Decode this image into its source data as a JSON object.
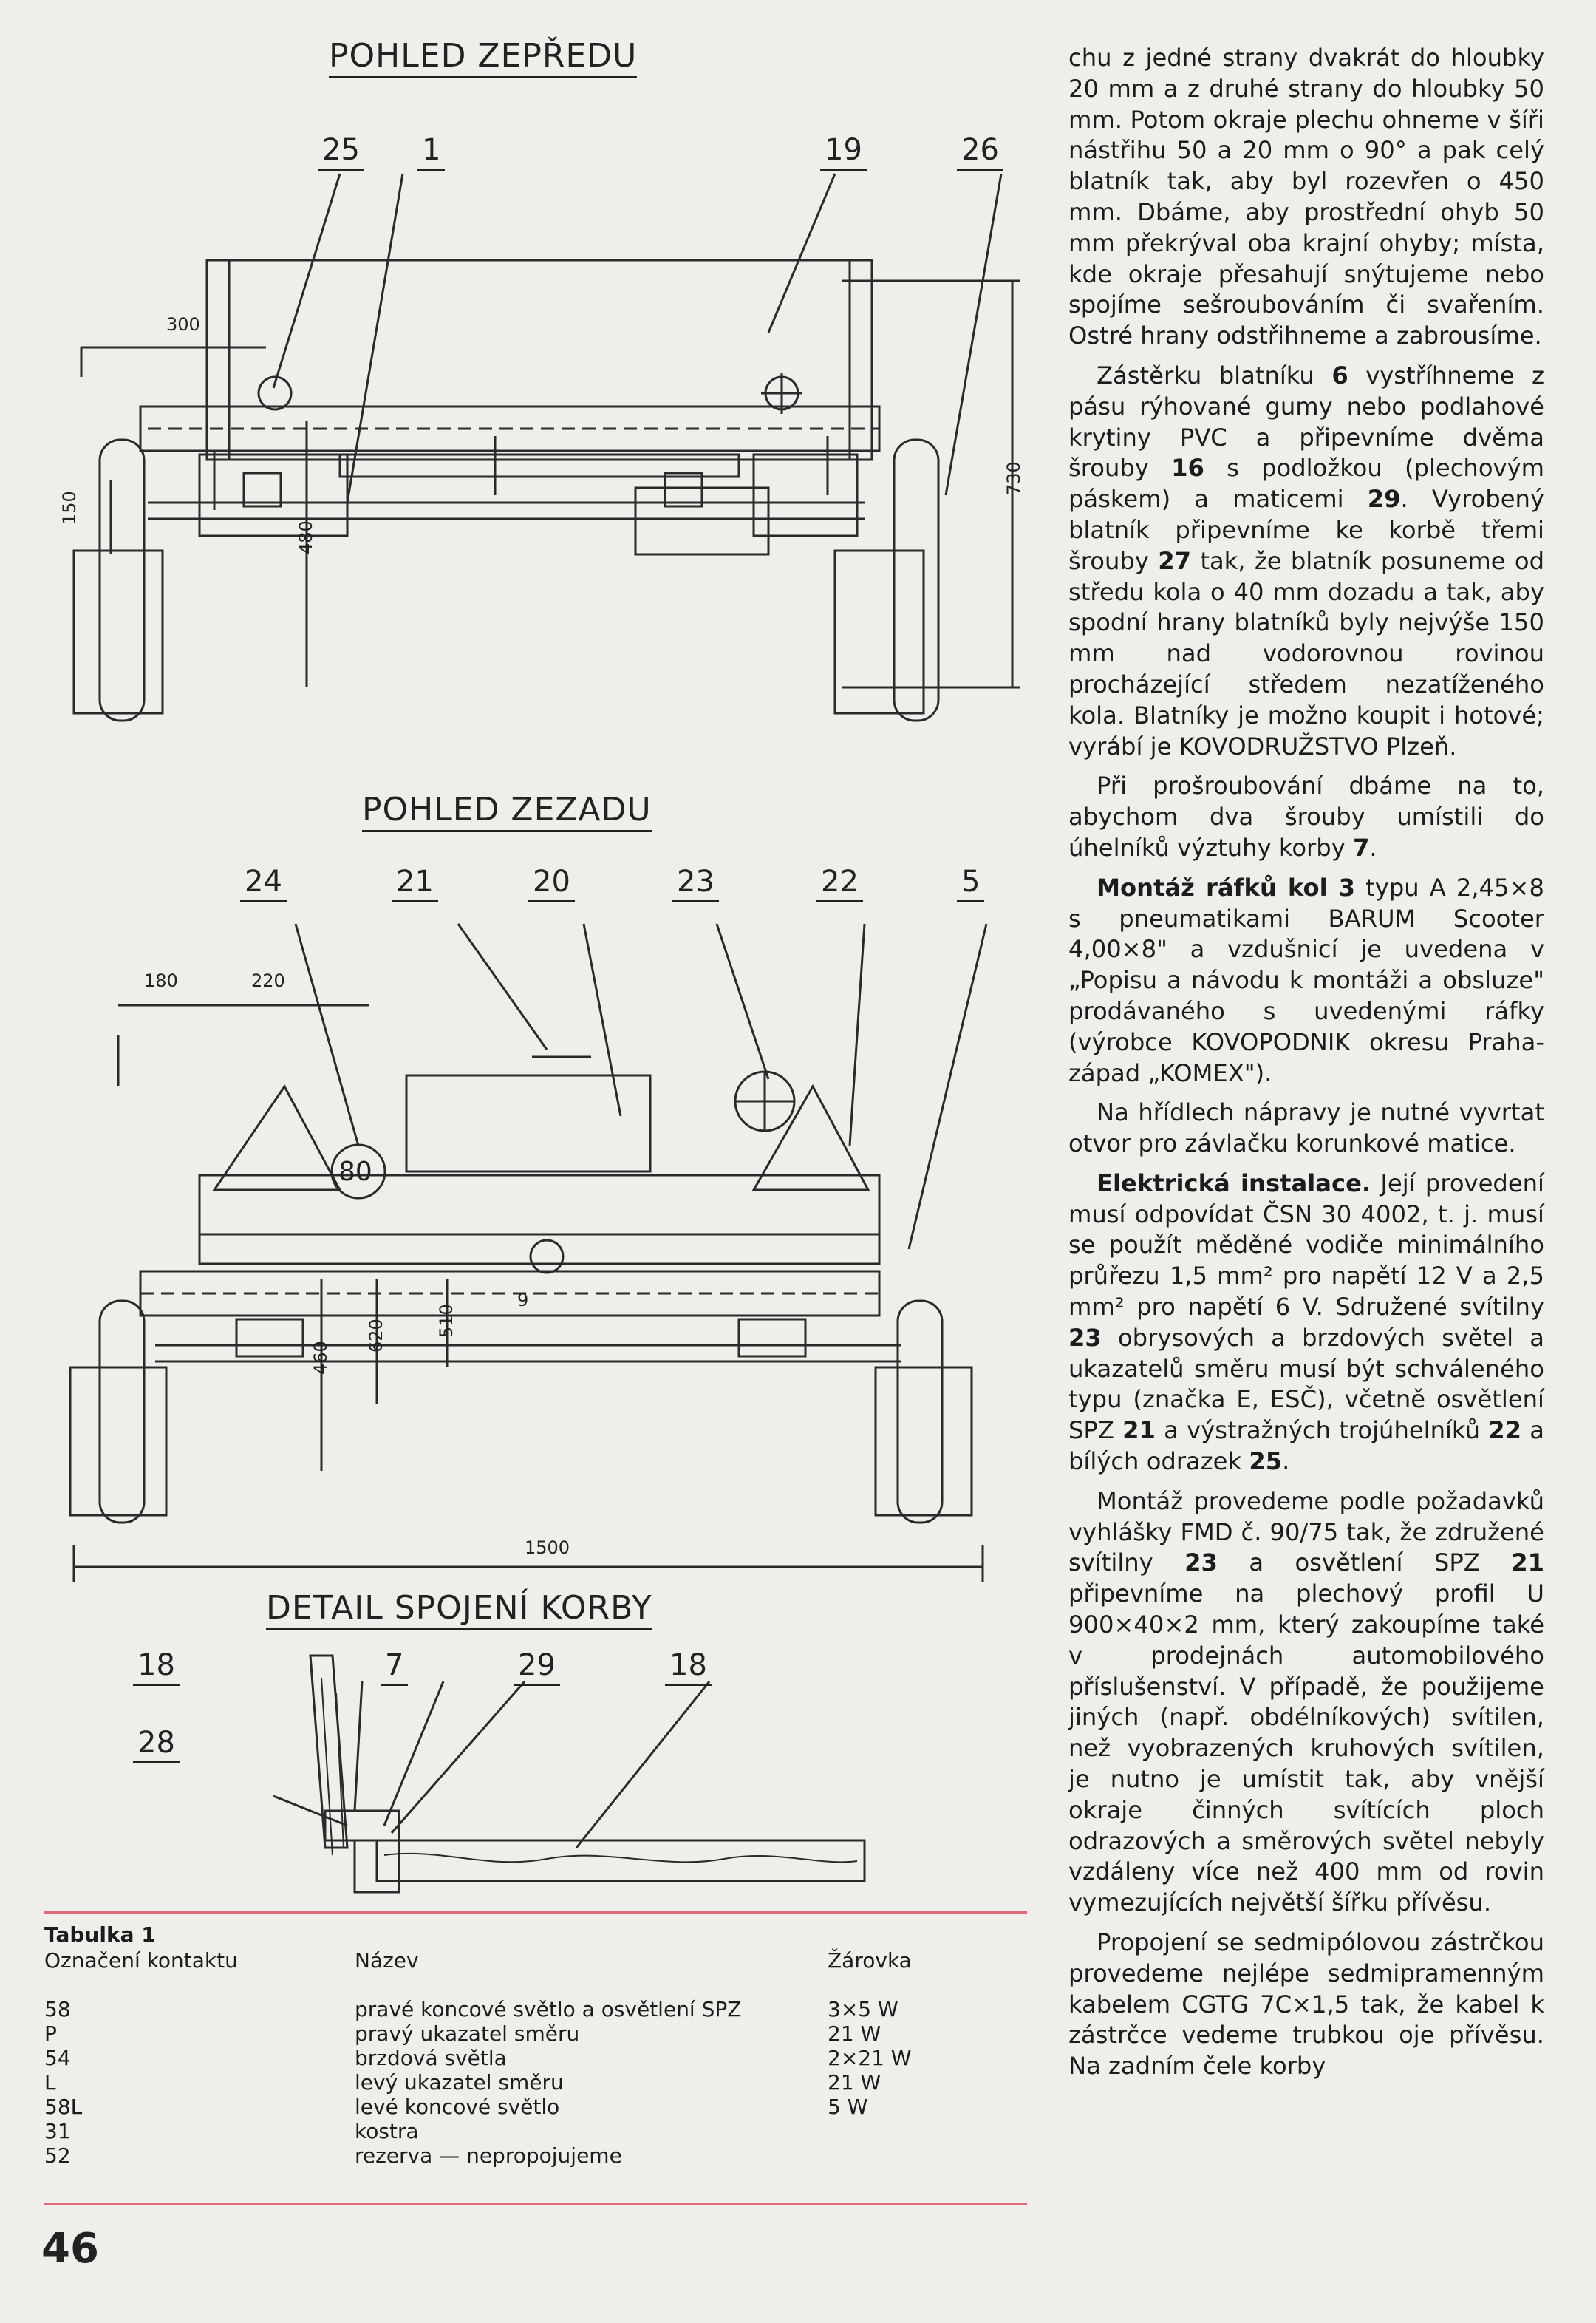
{
  "views": {
    "front_title": "POHLED ZEPŘEDU",
    "rear_title": "POHLED ZEZADU",
    "detail_title": "DETAIL SPOJENÍ KORBY"
  },
  "front_callouts": [
    "25",
    "1",
    "19",
    "26"
  ],
  "front_dims": {
    "d300": "300",
    "d150": "150",
    "d480": "480",
    "d730": "730"
  },
  "rear_callouts": [
    "24",
    "21",
    "20",
    "23",
    "22",
    "5"
  ],
  "rear_dims": {
    "d180": "180",
    "d220": "220",
    "d80": "80",
    "d9": "9",
    "d460": "460",
    "d620": "620",
    "d510": "510",
    "d1500": "1500"
  },
  "detail_callouts": [
    "18",
    "7",
    "29",
    "18",
    "28"
  ],
  "article": {
    "p1": "chu z jedné strany dvakrát do hloubky 20 mm a z druhé strany do hloubky 50 mm. Potom okraje plechu ohneme v šíři nástřihu 50 a 20 mm o 90° a pak celý blatník tak, aby byl rozevřen o 450 mm. Dbáme, aby prostřední ohyb 50 mm překrýval oba krajní ohyby; místa, kde okraje přesahují snýtujeme nebo spojíme sešroubováním či svařením. Ostré hrany odstřihneme a zabrousíme.",
    "p2_a": "Zástěrku blatníku ",
    "p2_b": "6",
    "p2_c": " vystříhneme z pásu rýhované gumy nebo podlahové krytiny PVC a připevníme dvěma šrouby ",
    "p2_d": "16",
    "p2_e": " s podložkou (plechovým páskem) a maticemi ",
    "p2_f": "29",
    "p2_g": ". Vyrobený blatník připevníme ke korbě třemi šrouby ",
    "p2_h": "27",
    "p2_i": " tak, že blatník posuneme od středu kola o 40 mm dozadu a tak, aby spodní hrany blatníků byly nejvýše 150 mm nad vodorovnou rovinou procházející středem nezatíženého kola. Blatníky je možno koupit i hotové; vyrábí je KOVODRUŽSTVO Plzeň.",
    "p3_a": "Při prošroubování dbáme na to, abychom dva šrouby umístili do úhelníků výztuhy korby ",
    "p3_b": "7",
    "p3_c": ".",
    "p4_a": "Montáž ráfků kol 3",
    "p4_b": " typu A 2,45×8 s pneumatikami BARUM Scooter 4,00×8\" a vzdušnicí je uvedena v „Popisu a návodu k montáži a obsluze\" prodávaného s uvedenými ráfky (výrobce KOVOPODNIK okresu Praha-západ „KOMEX\").",
    "p5": "Na hřídlech nápravy je nutné vyvrtat otvor pro závlačku korunkové matice.",
    "p6_a": "Elektrická instalace.",
    "p6_b": " Její provedení musí odpovídat ČSN 30 4002, t. j. musí se použít měděné vodiče minimálního průřezu 1,5 mm² pro napětí 12 V a 2,5 mm² pro napětí 6 V. Sdružené svítilny ",
    "p6_c": "23",
    "p6_d": " obrysových a brzdových světel a ukazatelů směru musí být schváleného typu (značka E, ESČ), včetně osvětlení SPZ ",
    "p6_e": "21",
    "p6_f": " a výstražných trojúhelníků ",
    "p6_g": "22",
    "p6_h": " a bílých odrazek ",
    "p6_i": "25",
    "p6_j": ".",
    "p7_a": "Montáž provedeme podle požadavků vyhlášky FMD č. 90/75 tak, že združené svítilny ",
    "p7_b": "23",
    "p7_c": " a osvětlení SPZ ",
    "p7_d": "21",
    "p7_e": " připevníme na plechový profil U 900×40×2 mm, který zakoupíme také v prodejnách automobilového příslušenství. V případě, že použijeme jiných (např. obdélníkových) svítilen, než vyobrazených kruhových svítilen, je nutno je umístit tak, aby vnější okraje činných svítících ploch odrazových a směrových světel nebyly vzdáleny více než 400 mm od rovin vymezujících největší šířku přívěsu.",
    "p8": "Propojení se sedmipólovou zástrčkou provedeme nejlépe sedmipramenným kabelem CGTG 7C×1,5 tak, že kabel k zástrčce vedeme trubkou oje přívěsu. Na zadním čele korby"
  },
  "table": {
    "title": "Tabulka 1",
    "headers": [
      "Označení kontaktu",
      "Název",
      "Žárovka"
    ],
    "rows": [
      [
        "58",
        "pravé koncové světlo a osvětlení SPZ",
        "3×5 W"
      ],
      [
        "P",
        "pravý ukazatel směru",
        "21 W"
      ],
      [
        "54",
        "brzdová světla",
        "2×21 W"
      ],
      [
        "L",
        "levý ukazatel směru",
        "21 W"
      ],
      [
        "58L",
        "levé koncové světlo",
        "5 W"
      ],
      [
        "31",
        "kostra",
        ""
      ],
      [
        "52",
        "rezerva — nepropojujeme",
        ""
      ]
    ]
  },
  "page_number": "46"
}
